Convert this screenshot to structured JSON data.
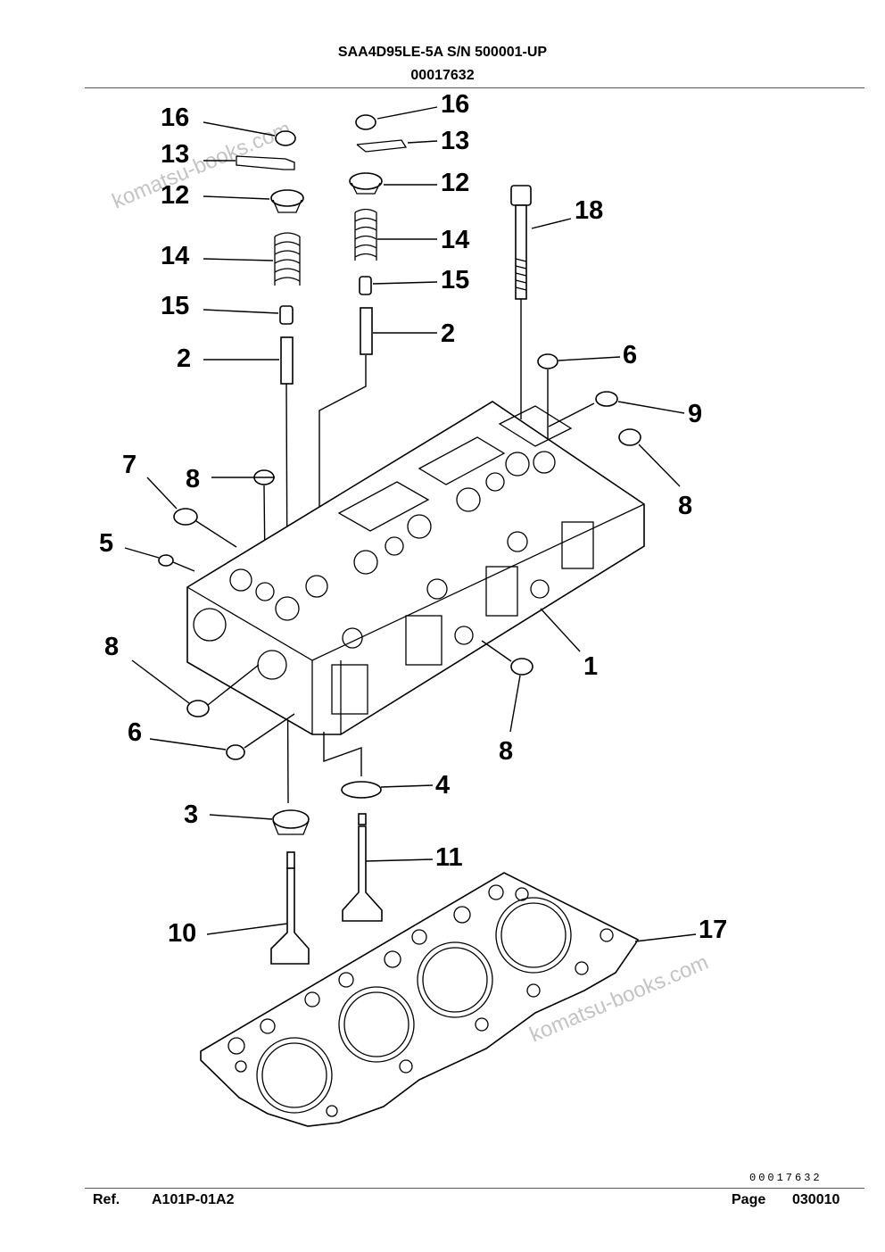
{
  "header": {
    "model": "SAA4D95LE-5A S/N 500001-UP",
    "code": "00017632"
  },
  "watermark": "komatsu-books.com",
  "callouts": [
    "16",
    "13",
    "12",
    "14",
    "15",
    "2",
    "16",
    "13",
    "12",
    "14",
    "15",
    "2",
    "18",
    "6",
    "9",
    "8",
    "7",
    "8",
    "5",
    "1",
    "8",
    "6",
    "8",
    "4",
    "3",
    "11",
    "10",
    "17"
  ],
  "footer": {
    "ref_label": "Ref.",
    "ref_value": "A101P-01A2",
    "page_label": "Page",
    "page_value": "030010",
    "drawing_no": "00017632"
  }
}
